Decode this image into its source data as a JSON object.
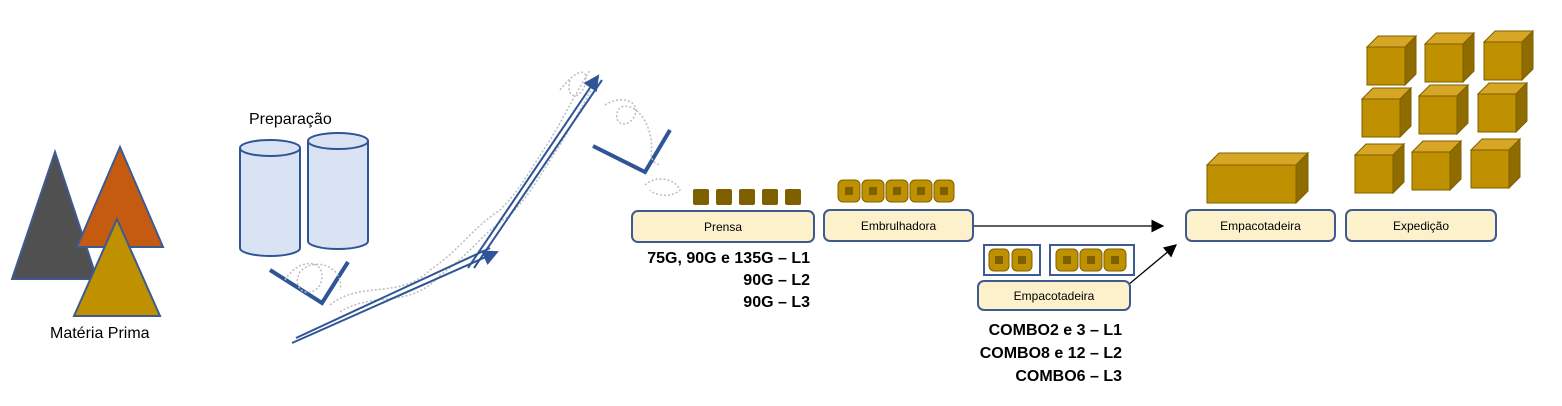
{
  "labels": {
    "materia_prima": "Matéria Prima",
    "preparacao": "Preparação"
  },
  "stages": {
    "prensa": "Prensa",
    "embrulhadora": "Embrulhadora",
    "empacotadeira_combo": "Empacotadeira",
    "empacotadeira": "Empacotadeira",
    "expedicao": "Expedição"
  },
  "prensa_lines": [
    "75G, 90G e 135G – L1",
    "90G – L2",
    "90G – L3"
  ],
  "combo_lines": [
    "COMBO2 e 3 – L1",
    "COMBO8 e 12 – L2",
    "COMBO6 – L3"
  ],
  "colors": {
    "raw_dark": "#505050",
    "raw_orange": "#c55a11",
    "raw_gold": "#bf9000",
    "box_fill": "#fdf1cc",
    "box_border": "#3e5a90",
    "piece": "#7f6000",
    "tank_fill": "#dae3f3",
    "conveyor": "#2f5597"
  }
}
